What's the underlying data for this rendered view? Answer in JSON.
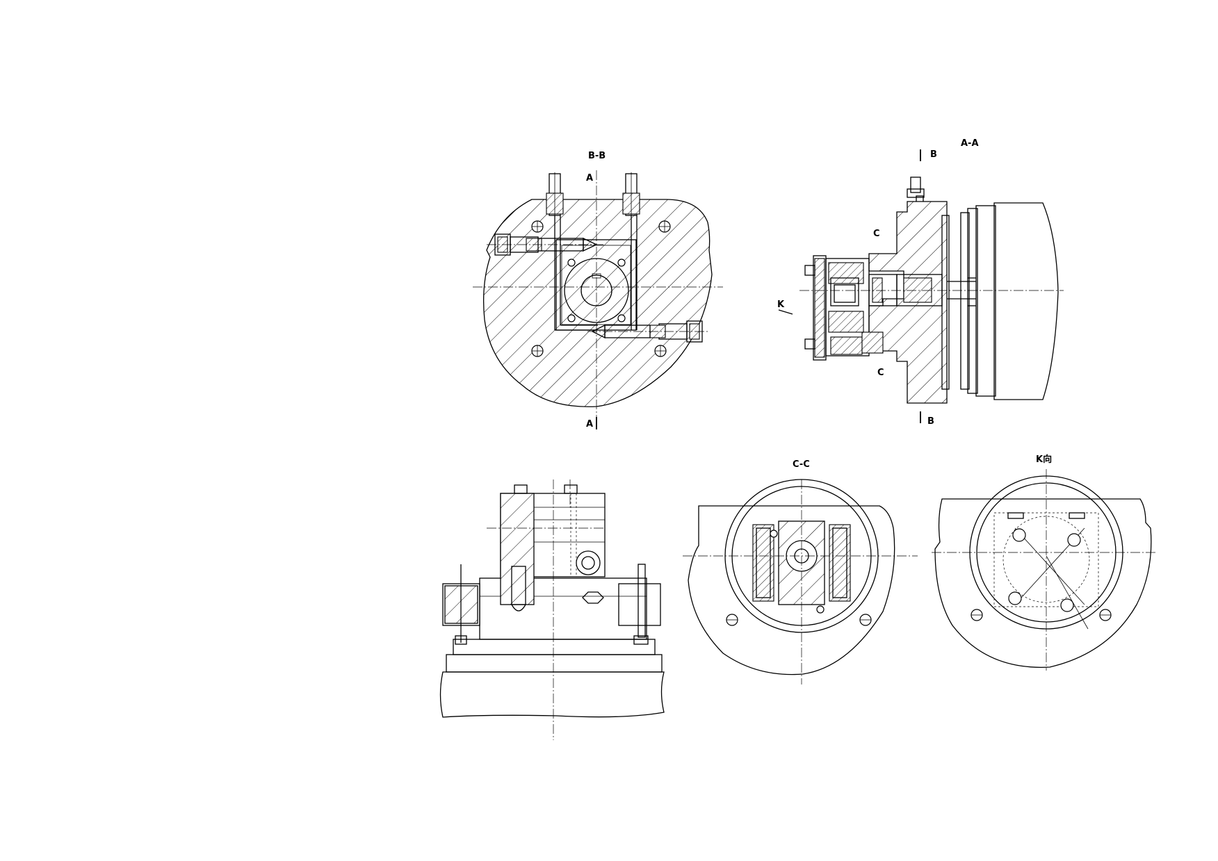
{
  "labels": {
    "section_bb_title": "B-B",
    "section_aa_title": "A-A",
    "section_cc_title": "C-C",
    "view_k_title": "K向",
    "bb_cut_a_top": "A",
    "bb_cut_a_bottom": "A",
    "aa_cut_b_top": "B",
    "aa_cut_b_bottom": "B",
    "aa_cut_c_top": "C",
    "aa_cut_c_bottom": "C",
    "aa_view_k": "K"
  }
}
